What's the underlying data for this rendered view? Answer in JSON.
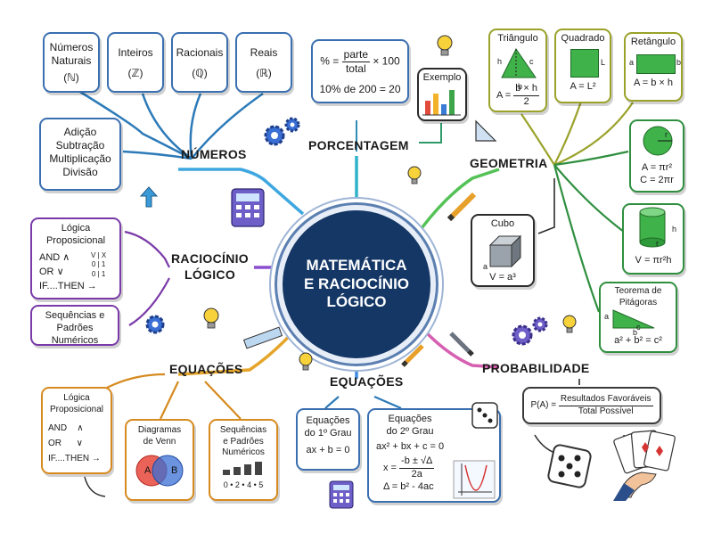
{
  "center": {
    "line1": "MATEMÁTICA",
    "line2": "E RACIOCÍNIO",
    "line3": "LÓGICO"
  },
  "branches": {
    "numeros": "NÚMEROS",
    "porcentagem": "PORCENTAGEM",
    "geometria": "GEOMETRIA",
    "raciocinio_1": "RACIOCÍNIO",
    "raciocinio_2": "LÓGICO",
    "equacoes_left": "EQUAÇÕES",
    "equacoes_bottom": "EQUAÇÕES",
    "probabilidade": "PROBABILIDADE"
  },
  "numeros": {
    "naturais": {
      "name1": "Números",
      "name2": "Naturais",
      "symbol": "(ℕ)"
    },
    "inteiros": {
      "name": "Inteiros",
      "symbol": "(ℤ)"
    },
    "racionais": {
      "name": "Racionais",
      "symbol": "(ℚ)"
    },
    "reais": {
      "name": "Reais",
      "symbol": "(ℝ)"
    },
    "operacoes": [
      "Adição",
      "Subtração",
      "Multiplicação",
      "Divisão"
    ]
  },
  "porcentagem": {
    "percent": "%",
    "equals": "=",
    "num": "parte",
    "den": "total",
    "times": "× 100",
    "example_line": "10% de 200 = 20",
    "exemplo_label": "Exemplo"
  },
  "geometria": {
    "triangulo": {
      "title": "Triângulo",
      "h": "h",
      "c": "c",
      "b": "b",
      "formula_left": "A =",
      "num": "b × h",
      "den": "2"
    },
    "quadrado": {
      "title": "Quadrado",
      "side": "L",
      "formula": "A = L²"
    },
    "retangulo": {
      "title": "Retângulo",
      "a": "a",
      "b": "b",
      "formula": "A = b × h"
    },
    "circulo": {
      "r": "r",
      "area": "A = πr²",
      "circ": "C = 2πr"
    },
    "cilindro": {
      "h": "h",
      "r": "r",
      "formula": "V = πr²h"
    },
    "pitagoras": {
      "title1": "Teorema de",
      "title2": "Pitágoras",
      "a": "a",
      "b": "b",
      "c": "c",
      "formula": "a² + b² = c²"
    },
    "cubo": {
      "title": "Cubo",
      "a": "a",
      "formula": "V = a³"
    }
  },
  "raciocinio": {
    "logica": {
      "title1": "Lógica",
      "title2": "Proposicional",
      "and": "AND",
      "and_sym": "∧",
      "or": "OR",
      "or_sym": "∨",
      "if_then": "IF....THEN",
      "arrow": "→",
      "truth_head": [
        "V",
        "X"
      ],
      "truth_rows": [
        [
          "0",
          "1"
        ],
        [
          "0",
          "1"
        ]
      ]
    },
    "sequencias": [
      "Sequências e",
      "Padrões",
      "Numéricos"
    ]
  },
  "equacoes_left": {
    "logica": {
      "title1": "Lógica",
      "title2": "Proposicional",
      "and": "AND",
      "and_sym": "∧",
      "or": "OR",
      "or_sym": "∨",
      "if_then": "IF....THEN",
      "arrow": "→"
    },
    "venn": {
      "title1": "Diagramas",
      "title2": "de Venn",
      "a": "A",
      "b": "B"
    },
    "sequencias": {
      "line1": "Sequências",
      "line2": "e Padrões",
      "line3": "Numéricos",
      "numbers": "0 • 2 • 4 • 5"
    }
  },
  "equacoes_bottom": {
    "primeiro": {
      "title1": "Equações",
      "title2": "do 1º Grau",
      "formula": "ax + b = 0"
    },
    "segundo": {
      "title1": "Equações",
      "title2": "do 2º Grau",
      "formula": "ax² + bx + c = 0",
      "x_left": "x =",
      "x_num": "-b ± √Δ",
      "x_den": "2a",
      "delta": "Δ = b² - 4ac"
    }
  },
  "probabilidade": {
    "left": "P(A) =",
    "num": "Resultados Favoráveis",
    "den": "Total Possível"
  }
}
